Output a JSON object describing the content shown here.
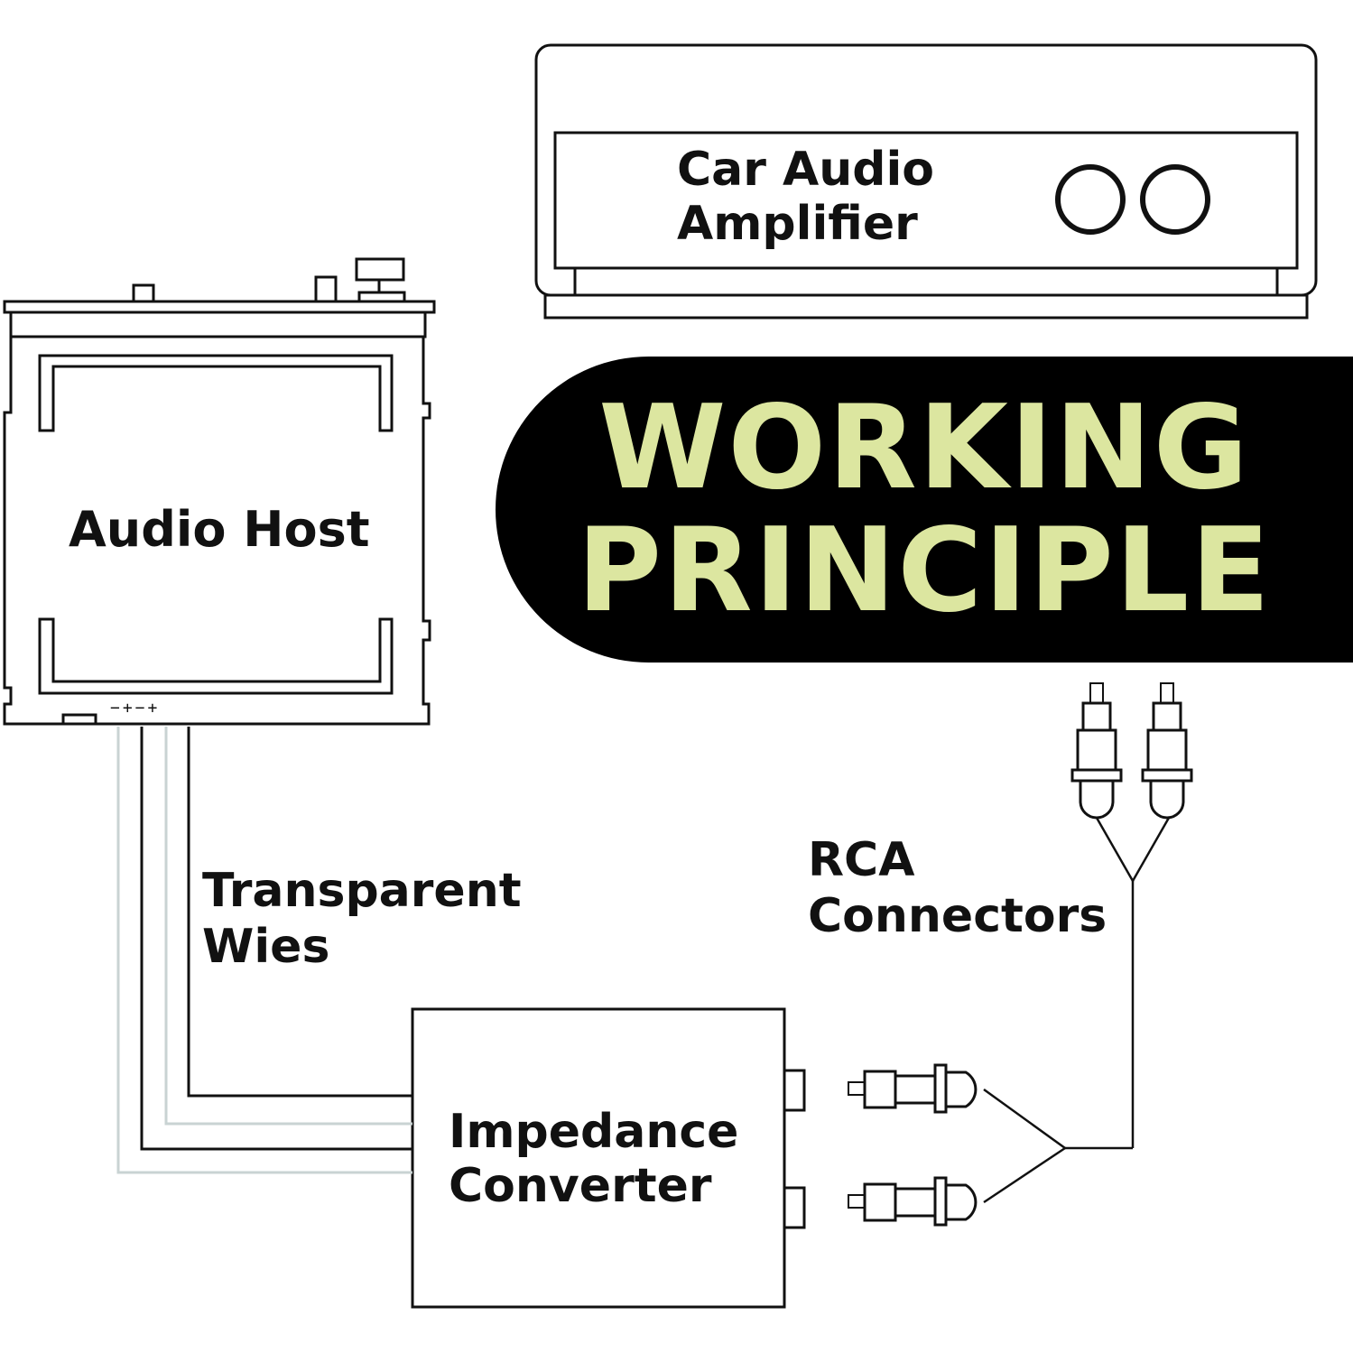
{
  "labels": {
    "amplifier": [
      "Car Audio",
      "Amplifier"
    ],
    "host": "Audio Host",
    "wires": [
      "Transparent",
      "Wies"
    ],
    "rca": [
      "RCA",
      "Connectors"
    ],
    "converter": [
      "Impedance",
      "Converter"
    ]
  },
  "terminals": "−+−+",
  "banner": {
    "lines": [
      "WORKING",
      "PRINCIPLE"
    ]
  },
  "colors": {
    "line": "#111111",
    "banner_bg": "#000000",
    "banner_text": "#dce6a0",
    "wire_light": "#c9d3d3"
  }
}
